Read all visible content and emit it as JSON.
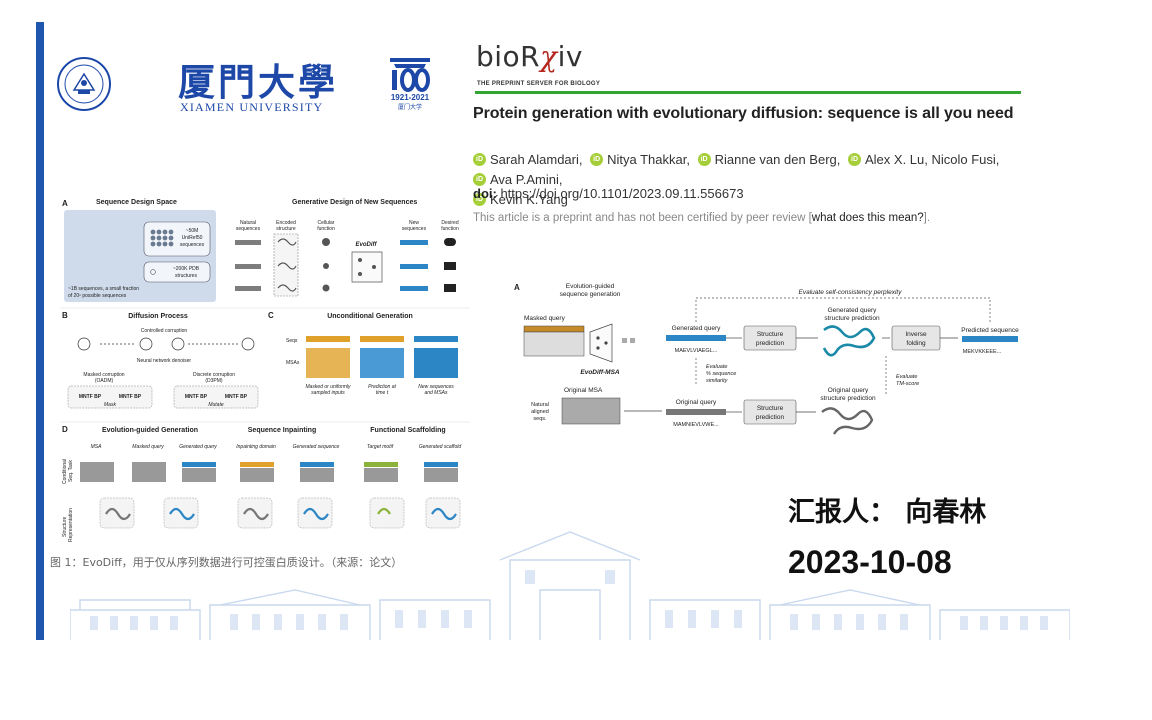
{
  "university": {
    "name_cn": "厦門大學",
    "name_en": "XIAMEN UNIVERSITY",
    "centennial_years": "1921-2021",
    "centennial_cn": "厦门大学"
  },
  "biorxiv": {
    "logo_main": "bioR",
    "logo_chi": "χ",
    "logo_end": "iv",
    "tagline": "THE PREPRINT SERVER FOR BIOLOGY",
    "brand_green": "#33a532",
    "brand_red": "#b3271f"
  },
  "paper": {
    "title": "Protein generation with evolutionary diffusion: sequence is all you need",
    "authors": [
      {
        "name": "Sarah Alamdari,"
      },
      {
        "name": "Nitya Thakkar,"
      },
      {
        "name": "Rianne van den Berg,"
      },
      {
        "name": "Alex X. Lu, Nicolo Fusi,"
      },
      {
        "name": "Ava P.Amini,"
      },
      {
        "name": "Kevin K.Yang"
      }
    ],
    "orcid_label": "iD",
    "doi_label": "doi:",
    "doi_value": "https://doi.org/10.1101/2023.09.11.556673",
    "disclaimer_text": "This article is a preprint and has not been certified by peer review [",
    "disclaimer_link": "what does this mean?",
    "disclaimer_end": "]."
  },
  "presenter": {
    "label": "汇报人：",
    "name": "向春林",
    "date": "2023-10-08"
  },
  "figure1": {
    "caption": "图 1：EvoDiff，用于仅从序列数据进行可控蛋白质设计。（来源：论文）",
    "panel_a": {
      "letter": "A",
      "left_title": "Sequence Design Space",
      "right_title": "Generative Design of New Sequences",
      "uniref": [
        "~50M",
        "UniRef50",
        "sequences"
      ],
      "pdb": [
        "~200K PDB",
        "structures"
      ],
      "space_note": [
        "~1B sequences, a small fraction",
        "of 20ⁿ possible sequences"
      ],
      "col_natural": [
        "Natural",
        "sequences"
      ],
      "col_encoded": [
        "Encoded",
        "structure"
      ],
      "col_cellular": [
        "Cellular",
        "function"
      ],
      "col_new": [
        "New",
        "sequences"
      ],
      "col_desired": [
        "Desired",
        "function"
      ],
      "model": "EvoDiff"
    },
    "panel_b": {
      "letter": "B",
      "title": "Diffusion Process",
      "controlled": "Controlled corruption",
      "denoiser": "Neural network denoiser",
      "masked": [
        "Masked corruption",
        "(OADM)"
      ],
      "discrete": [
        "Discrete corruption",
        "(D3PM)"
      ],
      "mask_label": "Mask",
      "mutate_label": "Mutate",
      "seq_example": "MNTF BP"
    },
    "panel_c": {
      "letter": "C",
      "title": "Unconditional Generation",
      "seqs": "Seqs",
      "msas": "MSAs",
      "caption_1": [
        "Masked or uniformly",
        "sampled inputs"
      ],
      "caption_2": [
        "Prediction at",
        "time t"
      ],
      "caption_3": [
        "New sequences",
        "and MSAs"
      ]
    },
    "panel_d": {
      "letter": "D",
      "title_1": "Evolution-guided Generation",
      "title_2": "Sequence Inpainting",
      "title_3": "Functional Scaffolding",
      "cols_1": [
        "MSA",
        "Masked query",
        "Generated query"
      ],
      "cols_2": [
        "Inpainting domain",
        "Generated sequence"
      ],
      "cols_3": [
        "Target motif",
        "Generated scaffold"
      ],
      "row_1": [
        "Conditional",
        "Seq. Task"
      ],
      "row_2": [
        "Structure",
        "Representation"
      ]
    }
  },
  "figure2": {
    "letter": "A",
    "top_label": [
      "Evolution-guided",
      "sequence generation"
    ],
    "self_consistency": "Evaluate self-consistency perplexity",
    "masked_query": "Masked query",
    "model": "EvoDiff-MSA",
    "generated_query": "Generated query",
    "generated_seq": "MAEVLVIAEGL...",
    "structure_prediction": [
      "Structure",
      "prediction"
    ],
    "gen_struct_title": [
      "Generated query",
      "structure prediction"
    ],
    "inverse_folding": [
      "Inverse",
      "folding"
    ],
    "predicted_sequence": "Predicted sequence",
    "predicted_seq": "MEKVKKEEE...",
    "evaluate_similarity": [
      "Evaluate",
      "% sequence",
      "similarity"
    ],
    "evaluate_tm": [
      "Evaluate",
      "TM-score"
    ],
    "natural_seqs": [
      "Natural",
      "aligned",
      "seqs."
    ],
    "original_msa": "Original MSA",
    "original_query": "Original query",
    "original_seq": "MAMNIEVLVWE...",
    "orig_struct_title": [
      "Original query",
      "structure prediction"
    ]
  }
}
